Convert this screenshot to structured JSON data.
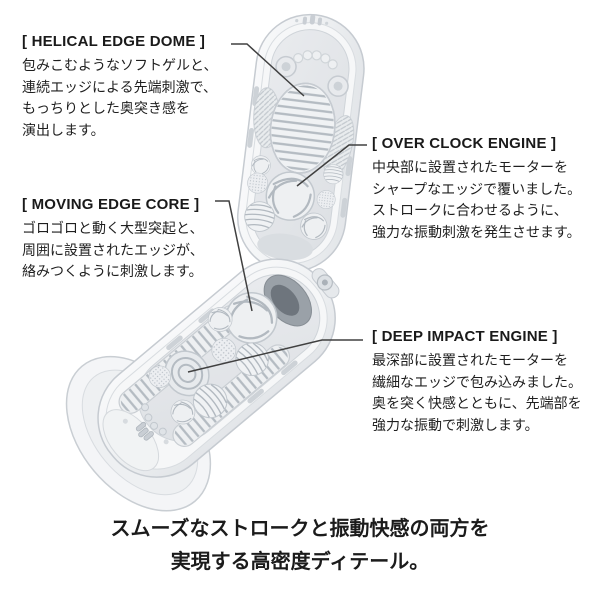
{
  "callouts": [
    {
      "id": "helical-edge-dome",
      "title": "[ HELICAL EDGE DOME ]",
      "lines": [
        "包みこむようなソフトゲルと、",
        "連続エッジによる先端刺激で、",
        "もっちりとした奥突き感を",
        "演出します。"
      ]
    },
    {
      "id": "over-clock-engine",
      "title": "[ OVER CLOCK ENGINE ]",
      "lines": [
        "中央部に設置されたモーターを",
        "シャープなエッジで覆いました。",
        "ストロークに合わせるように、",
        "強力な振動刺激を発生させます。"
      ]
    },
    {
      "id": "moving-edge-core",
      "title": "[ MOVING EDGE CORE ]",
      "lines": [
        "ゴロゴロと動く大型突起と、",
        "周囲に設置されたエッジが、",
        "絡みつくように刺激します。"
      ]
    },
    {
      "id": "deep-impact-engine",
      "title": "[ DEEP IMPACT ENGINE ]",
      "lines": [
        "最深部に設置されたモーターを",
        "繊細なエッジで包み込みました。",
        "奥を突く快感とともに、先端部を",
        "強力な振動で刺激します。"
      ]
    }
  ],
  "caption": {
    "line1": "スムーズなストロークと振動快感の両方を",
    "line2": "実現する高密度ディテール。"
  },
  "colors": {
    "background": "#ffffff",
    "text": "#1e1e1e",
    "leader_line": "#404040",
    "shell_stroke": "#c6cbd1",
    "shell_fill_light": "#f7f8f9",
    "cavity_fill": "#e9ebee",
    "texture_stroke": "#b4bbc2",
    "funnel_dark": "#6e757d"
  }
}
